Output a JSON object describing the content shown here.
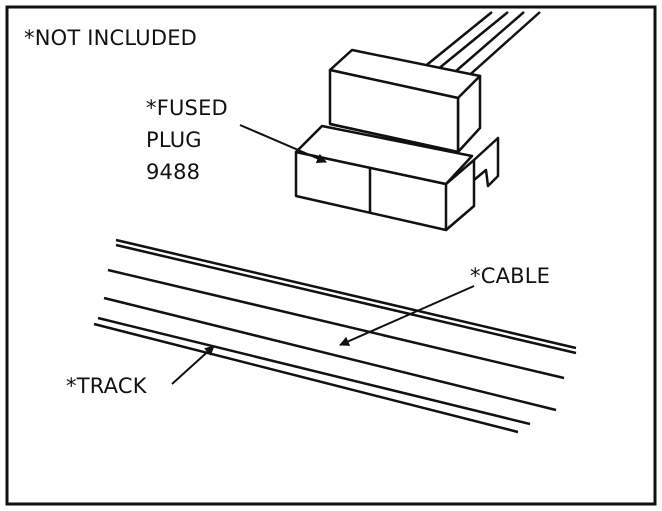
{
  "diagram": {
    "note": "*NOT INCLUDED",
    "plug_label_line1": "*FUSED",
    "plug_label_line2": "PLUG",
    "plug_label_line3": "9488",
    "cable_label": "*CABLE",
    "track_label": "*TRACK"
  }
}
